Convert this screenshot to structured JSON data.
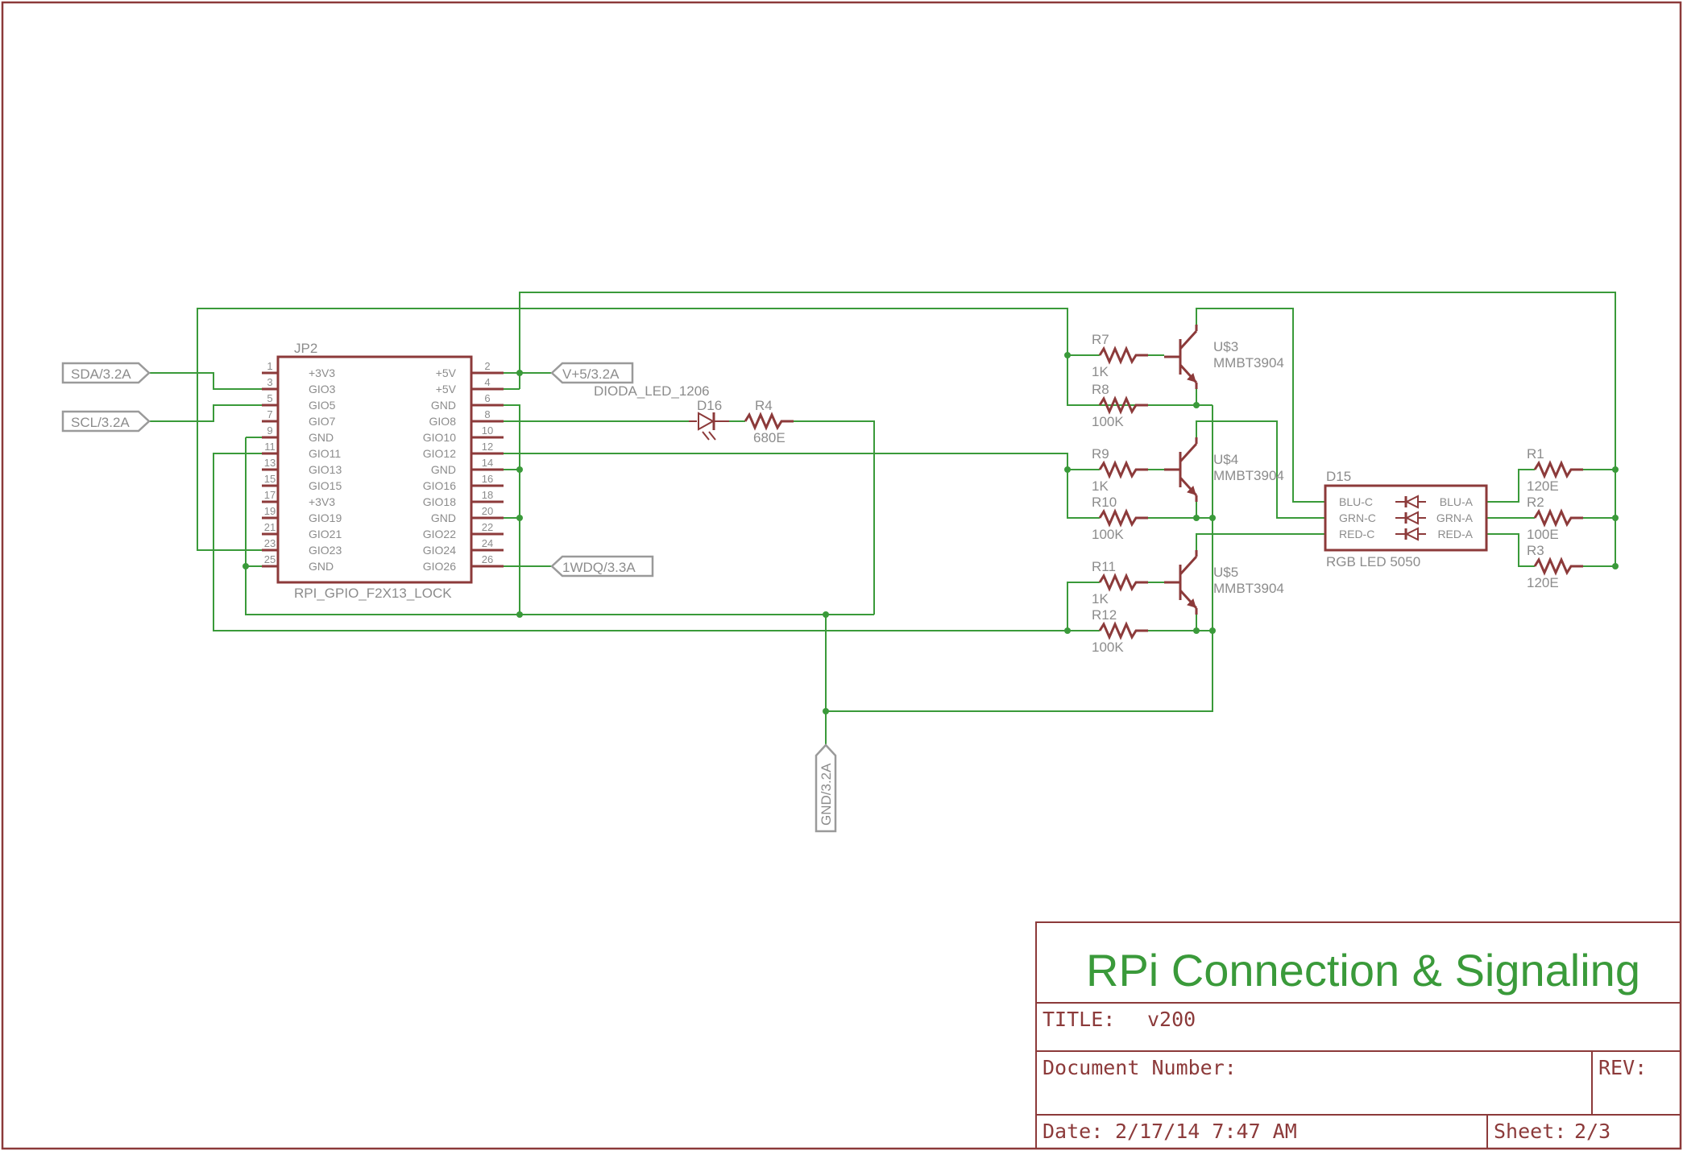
{
  "title_block": {
    "title": "RPi Connection & Signaling",
    "title_label": "TITLE:",
    "title_value": "v200",
    "document_number_label": "Document Number:",
    "rev_label": "REV:",
    "date_label": "Date:",
    "date_value": "2/17/14 7:47 AM",
    "sheet_label": "Sheet:",
    "sheet_value": "2/3"
  },
  "ports": {
    "sda": "SDA/3.2A",
    "scl": "SCL/3.2A",
    "vplus": "V+5/3.2A",
    "onewire": "1WDQ/3.3A",
    "gnd": "GND/3.2A"
  },
  "connector": {
    "name": "JP2",
    "value": "RPI_GPIO_F2X13_LOCK",
    "left_pins": [
      {
        "num": "1",
        "label": "+3V3"
      },
      {
        "num": "3",
        "label": "GIO3"
      },
      {
        "num": "5",
        "label": "GIO5"
      },
      {
        "num": "7",
        "label": "GIO7"
      },
      {
        "num": "9",
        "label": "GND"
      },
      {
        "num": "11",
        "label": "GIO11"
      },
      {
        "num": "13",
        "label": "GIO13"
      },
      {
        "num": "15",
        "label": "GIO15"
      },
      {
        "num": "17",
        "label": "+3V3"
      },
      {
        "num": "19",
        "label": "GIO19"
      },
      {
        "num": "21",
        "label": "GIO21"
      },
      {
        "num": "23",
        "label": "GIO23"
      },
      {
        "num": "25",
        "label": "GND"
      }
    ],
    "right_pins": [
      {
        "num": "2",
        "label": "+5V"
      },
      {
        "num": "4",
        "label": "+5V"
      },
      {
        "num": "6",
        "label": "GND"
      },
      {
        "num": "8",
        "label": "GIO8"
      },
      {
        "num": "10",
        "label": "GIO10"
      },
      {
        "num": "12",
        "label": "GIO12"
      },
      {
        "num": "14",
        "label": "GND"
      },
      {
        "num": "16",
        "label": "GIO16"
      },
      {
        "num": "18",
        "label": "GIO18"
      },
      {
        "num": "20",
        "label": "GND"
      },
      {
        "num": "22",
        "label": "GIO22"
      },
      {
        "num": "24",
        "label": "GIO24"
      },
      {
        "num": "26",
        "label": "GIO26"
      }
    ]
  },
  "led_d16": {
    "value": "DIODA_LED_1206",
    "name": "D16"
  },
  "r4": {
    "name": "R4",
    "value": "680E"
  },
  "resistors": [
    {
      "name": "R7",
      "value": "1K"
    },
    {
      "name": "R8",
      "value": "100K"
    },
    {
      "name": "R9",
      "value": "1K"
    },
    {
      "name": "R10",
      "value": "100K"
    },
    {
      "name": "R11",
      "value": "1K"
    },
    {
      "name": "R12",
      "value": "100K"
    }
  ],
  "transistors": [
    {
      "name": "U$3",
      "value": "MMBT3904"
    },
    {
      "name": "U$4",
      "value": "MMBT3904"
    },
    {
      "name": "U$5",
      "value": "MMBT3904"
    }
  ],
  "rgb_led": {
    "name": "D15",
    "value": "RGB LED 5050",
    "cathodes": [
      "BLU-C",
      "GRN-C",
      "RED-C"
    ],
    "anodes": [
      "BLU-A",
      "GRN-A",
      "RED-A"
    ]
  },
  "series_resistors": [
    {
      "name": "R1",
      "value": "120E"
    },
    {
      "name": "R2",
      "value": "100E"
    },
    {
      "name": "R3",
      "value": "120E"
    }
  ]
}
